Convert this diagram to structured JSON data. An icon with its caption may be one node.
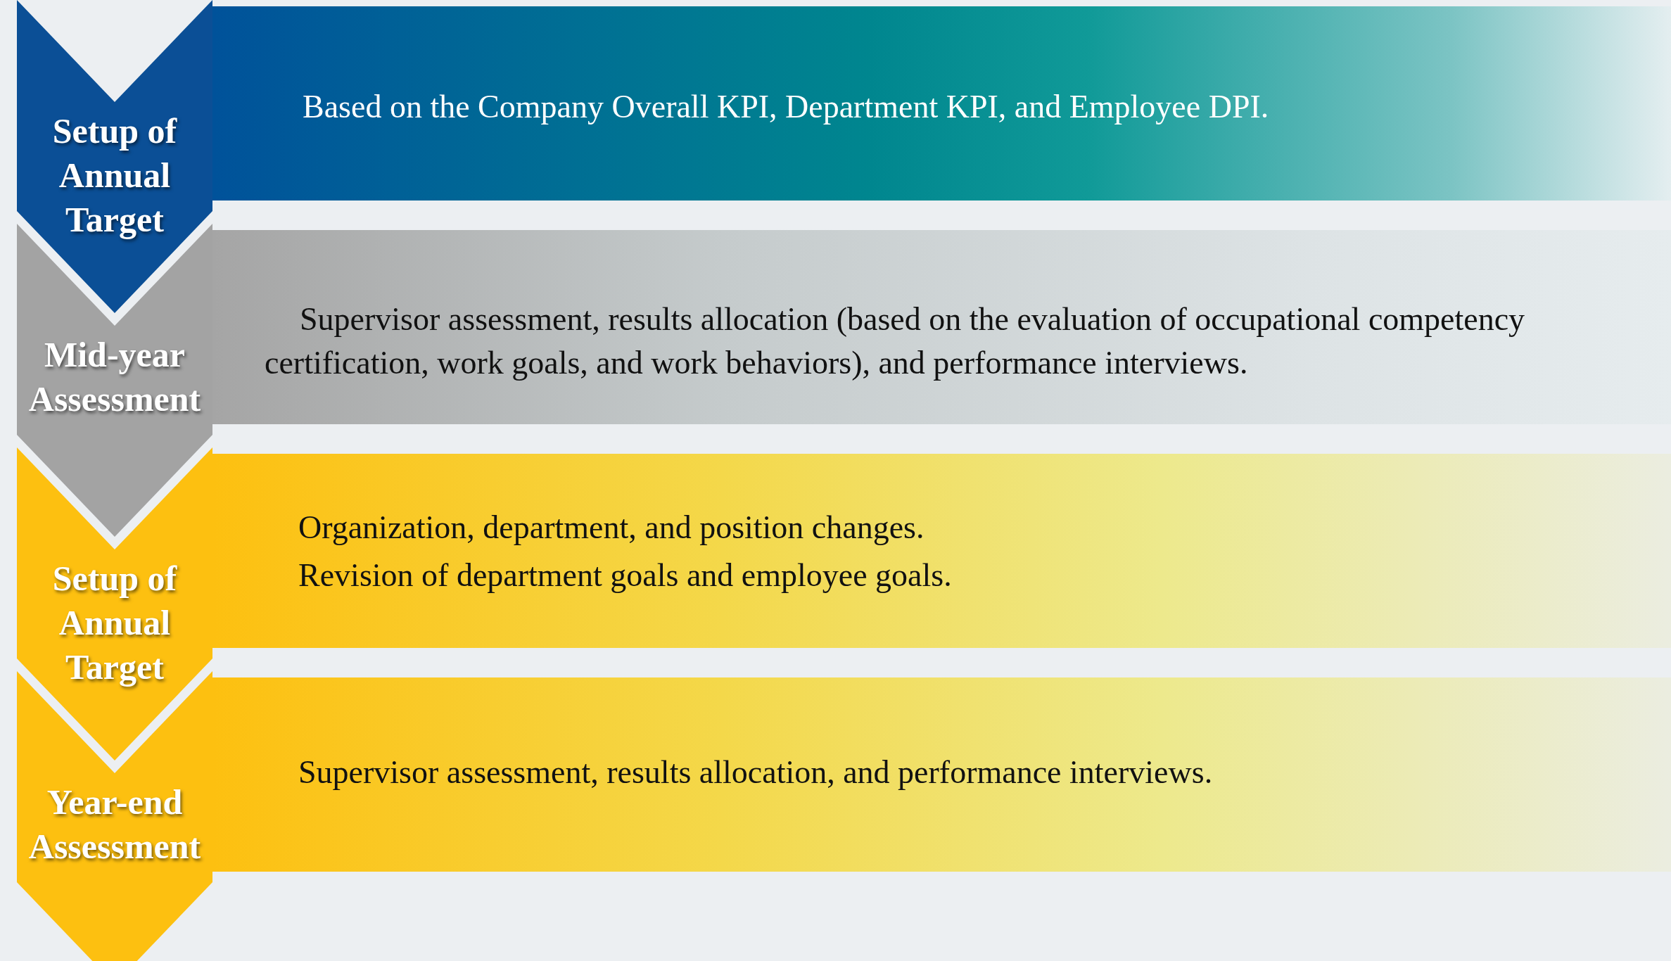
{
  "diagram": {
    "nodes": [
      {
        "text": [
          "Setup of Annual Target"
        ]
      },
      {
        "text": [
          "Based on the Company Overall KPI, Department KPI, and Employee DPI."
        ]
      },
      {
        "text": [
          "Mid-year Assessment"
        ]
      },
      {
        "text": [
          "Supervisor assessment, results allocation (based on the evaluation of occupational competency certification, work goals, and work behaviors), and performance interviews."
        ]
      },
      {
        "text": [
          "Setup of Annual Target"
        ]
      },
      {
        "text": [
          "Organization, department, and position changes.",
          "Revision of department goals and employee goals."
        ]
      },
      {
        "text": [
          "Year-end Assessment"
        ]
      },
      {
        "text": [
          "Supervisor assessment, results allocation, and performance interviews."
        ]
      }
    ]
  }
}
